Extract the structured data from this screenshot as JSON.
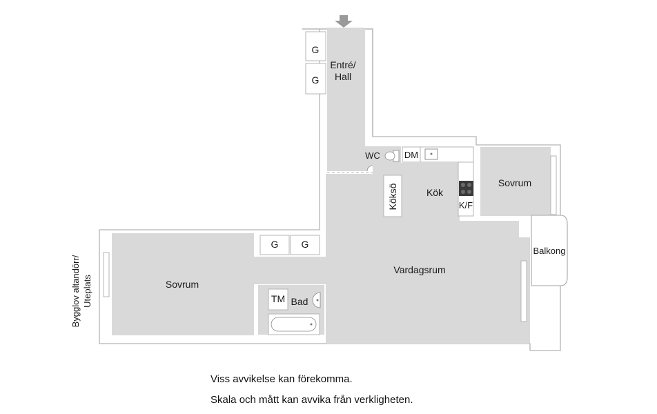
{
  "rooms": {
    "entre": "Entré/",
    "hall": "Hall",
    "wc": "WC",
    "dm": "DM",
    "kok": "Kök",
    "kokso": "Köksö",
    "kf": "K/F",
    "sovrum_right": "Sovrum",
    "balkong": "Balkong",
    "vardagsrum": "Vardagsrum",
    "sovrum_left": "Sovrum",
    "tm": "TM",
    "bad": "Bad"
  },
  "wardrobes": {
    "g": "G"
  },
  "side_label": {
    "line1": "Bygglov altandörr/",
    "line2": "Uteplats"
  },
  "notes": {
    "line1": "Viss avvikelse kan förekomma.",
    "line2": "Skala och mått kan avvika från verkligheten."
  },
  "colors": {
    "floor": "#d9d9d9",
    "wall": "#ffffff",
    "outline": "#b4b4b4",
    "text": "#1a1a1a",
    "arrow": "#9a9a9a"
  }
}
